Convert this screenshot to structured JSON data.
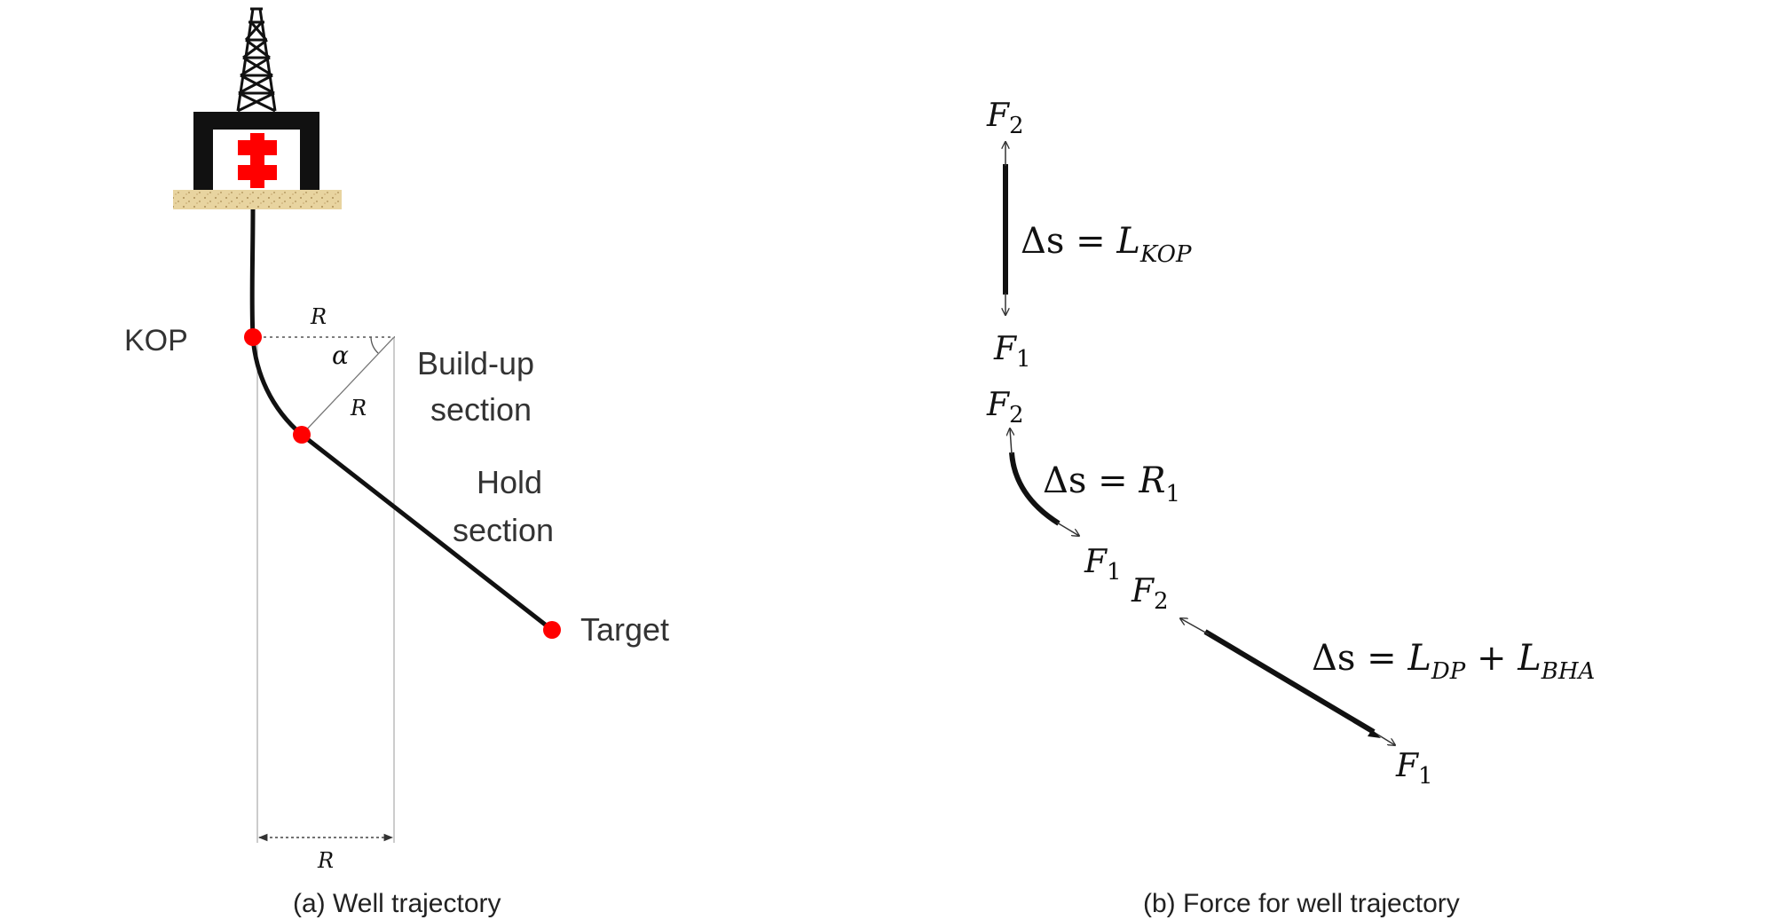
{
  "panel_a": {
    "caption": "(a) Well trajectory",
    "labels": {
      "kop": "KOP",
      "r_top": "R",
      "alpha": "α",
      "r_diag": "R",
      "build_line1": "Build-up",
      "build_line2": "section",
      "hold_line1": "Hold",
      "hold_line2": "section",
      "target": "Target",
      "r_bottom": "R"
    },
    "colors": {
      "rig": "#111111",
      "bop": "#ff0000",
      "ground": "#e8d4a0",
      "marker": "#ff0000"
    }
  },
  "panel_b": {
    "caption": "(b) Force for well trajectory",
    "segments": [
      {
        "f_top": "F",
        "f_top_sub": "2",
        "ds_lhs": "Δs = ",
        "ds_var": "L",
        "ds_sub": "KOP",
        "f_bot": "F",
        "f_bot_sub": "1"
      },
      {
        "f_top": "F",
        "f_top_sub": "2",
        "ds_lhs": "Δs = ",
        "ds_var": "R",
        "ds_sub": "1",
        "f_bot": "F",
        "f_bot_sub": "1"
      },
      {
        "f_top": "F",
        "f_top_sub": "2",
        "ds_lhs": "Δs = ",
        "ds_var": "L",
        "ds_sub": "DP",
        "ds_plus": " + ",
        "ds_var2": "L",
        "ds_sub2": "BHA",
        "f_bot": "F",
        "f_bot_sub": "1"
      }
    ]
  }
}
